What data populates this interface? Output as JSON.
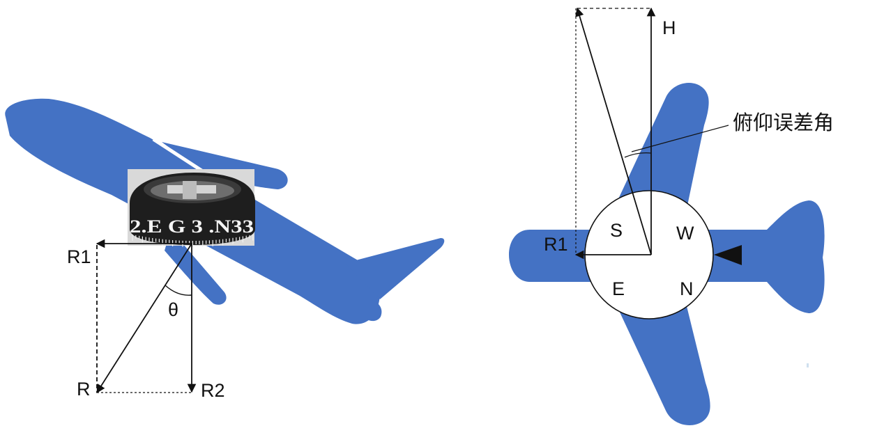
{
  "colors": {
    "plane": "#4472c4",
    "line": "#111111",
    "compass_dark": "#1e1e1e",
    "compass_background": "#d9d9d9",
    "background": "#ffffff"
  },
  "left": {
    "labels": {
      "r1": "R1",
      "r2": "R2",
      "r": "R",
      "theta": "θ"
    },
    "compass_photo": {
      "icon": "compass-photo-icon",
      "scale_text": "2.E G 3 .N33"
    }
  },
  "right": {
    "labels": {
      "h": "H",
      "r1": "R1",
      "error_angle": "俯仰误差角"
    },
    "compass_letters": {
      "s": "S",
      "w": "W",
      "e": "E",
      "n": "N"
    },
    "lubber_marker_icon": "triangle-pointer-icon"
  }
}
